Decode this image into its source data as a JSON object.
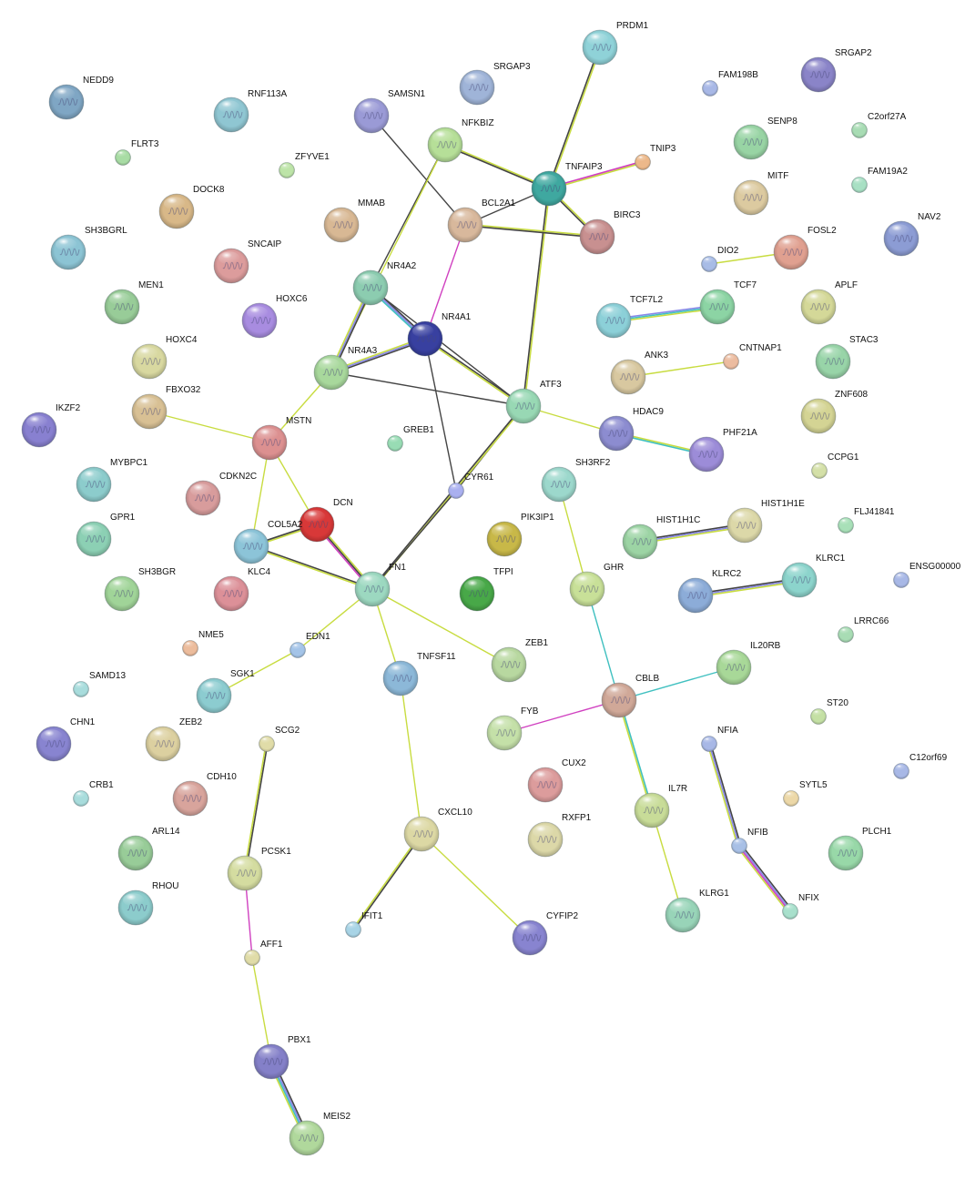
{
  "network": {
    "nodes": [
      {
        "id": "PRDM1",
        "color": "#8fd2d8",
        "size": "large"
      },
      {
        "id": "SRGAP3",
        "color": "#9fb4d8",
        "size": "large"
      },
      {
        "id": "SRGAP2",
        "color": "#8a84c8",
        "size": "large"
      },
      {
        "id": "FAM198B",
        "color": "#a8b8e6",
        "size": "small"
      },
      {
        "id": "NEDD9",
        "color": "#7fa6c4",
        "size": "large"
      },
      {
        "id": "RNF113A",
        "color": "#8fc6d2",
        "size": "large"
      },
      {
        "id": "SAMSN1",
        "color": "#9a9ad6",
        "size": "large"
      },
      {
        "id": "NFKBIZ",
        "color": "#b6df98",
        "size": "large"
      },
      {
        "id": "TNIP3",
        "color": "#ecb88a",
        "size": "small"
      },
      {
        "id": "SENP8",
        "color": "#98d4a4",
        "size": "large"
      },
      {
        "id": "C2orf27A",
        "color": "#a8dcb4",
        "size": "small"
      },
      {
        "id": "FLRT3",
        "color": "#a8dca4",
        "size": "small"
      },
      {
        "id": "ZFYVE1",
        "color": "#bde4a8",
        "size": "small"
      },
      {
        "id": "TNFAIP3",
        "color": "#3fa8a0",
        "size": "large"
      },
      {
        "id": "DOCK8",
        "color": "#d8b888",
        "size": "large"
      },
      {
        "id": "MMAB",
        "color": "#d8b894",
        "size": "large"
      },
      {
        "id": "BCL2A1",
        "color": "#d8b89c",
        "size": "large"
      },
      {
        "id": "MITF",
        "color": "#dccaa0",
        "size": "large"
      },
      {
        "id": "FAM19A2",
        "color": "#a8e0c4",
        "size": "small"
      },
      {
        "id": "BIRC3",
        "color": "#c89090",
        "size": "large"
      },
      {
        "id": "SH3BGRL",
        "color": "#8cc4d4",
        "size": "large"
      },
      {
        "id": "SNCAIP",
        "color": "#dc9c9c",
        "size": "large"
      },
      {
        "id": "NAV2",
        "color": "#8c9cd4",
        "size": "large"
      },
      {
        "id": "FOSL2",
        "color": "#e0a090",
        "size": "large"
      },
      {
        "id": "DIO2",
        "color": "#a8bce6",
        "size": "small"
      },
      {
        "id": "NR4A2",
        "color": "#8cccb0",
        "size": "large"
      },
      {
        "id": "MEN1",
        "color": "#98cc98",
        "size": "large"
      },
      {
        "id": "HOXC6",
        "color": "#a88ce0",
        "size": "large"
      },
      {
        "id": "NR4A1",
        "color": "#3840a0",
        "size": "large"
      },
      {
        "id": "TCF7L2",
        "color": "#8cd0d8",
        "size": "large"
      },
      {
        "id": "TCF7",
        "color": "#8cd4a4",
        "size": "large"
      },
      {
        "id": "APLF",
        "color": "#d4d898",
        "size": "large"
      },
      {
        "id": "HOXC4",
        "color": "#d8d8a0",
        "size": "large"
      },
      {
        "id": "NR4A3",
        "color": "#a8d89c",
        "size": "large"
      },
      {
        "id": "ANK3",
        "color": "#d8c8a0",
        "size": "large"
      },
      {
        "id": "CNTNAP1",
        "color": "#ecbca0",
        "size": "small"
      },
      {
        "id": "STAC3",
        "color": "#98d4a8",
        "size": "large"
      },
      {
        "id": "FBXO32",
        "color": "#d8c094",
        "size": "large"
      },
      {
        "id": "ATF3",
        "color": "#98d8b4",
        "size": "large"
      },
      {
        "id": "ZNF608",
        "color": "#d4d494",
        "size": "large"
      },
      {
        "id": "IKZF2",
        "color": "#8880d0",
        "size": "large"
      },
      {
        "id": "MSTN",
        "color": "#dc9090",
        "size": "large"
      },
      {
        "id": "GREB1",
        "color": "#98dcb4",
        "size": "small"
      },
      {
        "id": "HDAC9",
        "color": "#8c8cd0",
        "size": "large"
      },
      {
        "id": "PHF21A",
        "color": "#9c8cd8",
        "size": "large"
      },
      {
        "id": "CCPG1",
        "color": "#d4e0a8",
        "size": "small"
      },
      {
        "id": "MYBPC1",
        "color": "#8ccccc",
        "size": "large"
      },
      {
        "id": "CDKN2C",
        "color": "#d89c9c",
        "size": "large"
      },
      {
        "id": "CYR61",
        "color": "#aab0f0",
        "size": "small"
      },
      {
        "id": "SH3RF2",
        "color": "#9cd8cc",
        "size": "large"
      },
      {
        "id": "DCN",
        "color": "#d83838",
        "size": "large"
      },
      {
        "id": "HIST1H1E",
        "color": "#dcd8a8",
        "size": "large"
      },
      {
        "id": "FLJ41841",
        "color": "#a8e0b8",
        "size": "small"
      },
      {
        "id": "GPR1",
        "color": "#8cd0b4",
        "size": "large"
      },
      {
        "id": "COL5A2",
        "color": "#8cc4d8",
        "size": "large"
      },
      {
        "id": "PIK3IP1",
        "color": "#c8b848",
        "size": "large"
      },
      {
        "id": "HIST1H1C",
        "color": "#9cd4a4",
        "size": "large"
      },
      {
        "id": "KLRC1",
        "color": "#8cd4cc",
        "size": "large"
      },
      {
        "id": "ENSG00000",
        "color": "#a8b8e6",
        "size": "small"
      },
      {
        "id": "SH3BGR",
        "color": "#a0d498",
        "size": "large"
      },
      {
        "id": "KLC4",
        "color": "#dc9098",
        "size": "large"
      },
      {
        "id": "FN1",
        "color": "#9cd8c0",
        "size": "large"
      },
      {
        "id": "TFPI",
        "color": "#48a848",
        "size": "large"
      },
      {
        "id": "GHR",
        "color": "#c8e098",
        "size": "large"
      },
      {
        "id": "KLRC2",
        "color": "#8cacd8",
        "size": "large"
      },
      {
        "id": "NME5",
        "color": "#ecbc9c",
        "size": "small"
      },
      {
        "id": "EDN1",
        "color": "#a4c4e8",
        "size": "small"
      },
      {
        "id": "LRRC66",
        "color": "#a8dcb4",
        "size": "small"
      },
      {
        "id": "ZEB1",
        "color": "#b8d8a0",
        "size": "large"
      },
      {
        "id": "IL20RB",
        "color": "#a8d898",
        "size": "large"
      },
      {
        "id": "SAMD13",
        "color": "#a8dcdc",
        "size": "small"
      },
      {
        "id": "SGK1",
        "color": "#8cccd0",
        "size": "large"
      },
      {
        "id": "TNFSF11",
        "color": "#8cb8d8",
        "size": "large"
      },
      {
        "id": "CBLB",
        "color": "#d0a898",
        "size": "large"
      },
      {
        "id": "ST20",
        "color": "#c4e0a4",
        "size": "small"
      },
      {
        "id": "CHN1",
        "color": "#8884d0",
        "size": "large"
      },
      {
        "id": "ZEB2",
        "color": "#dcd0a0",
        "size": "large"
      },
      {
        "id": "FYB",
        "color": "#c4e0a8",
        "size": "large"
      },
      {
        "id": "SCG2",
        "color": "#e0dca8",
        "size": "small"
      },
      {
        "id": "NFIA",
        "color": "#a8b8e6",
        "size": "small"
      },
      {
        "id": "C12orf69",
        "color": "#a8b8e6",
        "size": "small"
      },
      {
        "id": "CRB1",
        "color": "#a8dcdc",
        "size": "small"
      },
      {
        "id": "CDH10",
        "color": "#d8a49c",
        "size": "large"
      },
      {
        "id": "CUX2",
        "color": "#dc9c9c",
        "size": "large"
      },
      {
        "id": "IL7R",
        "color": "#c8dc98",
        "size": "large"
      },
      {
        "id": "SYTL5",
        "color": "#ecd8a8",
        "size": "small"
      },
      {
        "id": "ARL14",
        "color": "#98cc98",
        "size": "large"
      },
      {
        "id": "CXCL10",
        "color": "#dcd8a4",
        "size": "large"
      },
      {
        "id": "RXFP1",
        "color": "#dcd8a8",
        "size": "large"
      },
      {
        "id": "PCSK1",
        "color": "#d4dca0",
        "size": "large"
      },
      {
        "id": "NFIB",
        "color": "#a8c0e6",
        "size": "small"
      },
      {
        "id": "PLCH1",
        "color": "#98d8a8",
        "size": "large"
      },
      {
        "id": "RHOU",
        "color": "#8ccccc",
        "size": "large"
      },
      {
        "id": "KLRG1",
        "color": "#98d4b8",
        "size": "large"
      },
      {
        "id": "NFIX",
        "color": "#a8e0cc",
        "size": "small"
      },
      {
        "id": "IFIT1",
        "color": "#a8d4e6",
        "size": "small"
      },
      {
        "id": "CYFIP2",
        "color": "#8884d0",
        "size": "large"
      },
      {
        "id": "AFF1",
        "color": "#e0dca8",
        "size": "small"
      },
      {
        "id": "PBX1",
        "color": "#8480c8",
        "size": "large"
      },
      {
        "id": "MEIS2",
        "color": "#b0d89c",
        "size": "large"
      }
    ],
    "edges": [
      {
        "a": "PRDM1",
        "b": "TNFAIP3",
        "colors": [
          "#c8dc40",
          "#444444"
        ]
      },
      {
        "a": "SAMSN1",
        "b": "BCL2A1",
        "colors": [
          "#444444"
        ]
      },
      {
        "a": "NFKBIZ",
        "b": "TNFAIP3",
        "colors": [
          "#c8dc40",
          "#444444"
        ]
      },
      {
        "a": "NFKBIZ",
        "b": "NR4A2",
        "colors": [
          "#444444"
        ]
      },
      {
        "a": "NFKBIZ",
        "b": "NR4A3",
        "colors": [
          "#c8dc40"
        ]
      },
      {
        "a": "TNIP3",
        "b": "TNFAIP3",
        "colors": [
          "#c8dc40",
          "#d040c0"
        ]
      },
      {
        "a": "TNFAIP3",
        "b": "BCL2A1",
        "colors": [
          "#444444"
        ]
      },
      {
        "a": "TNFAIP3",
        "b": "BIRC3",
        "colors": [
          "#c8dc40",
          "#444444"
        ]
      },
      {
        "a": "TNFAIP3",
        "b": "ATF3",
        "colors": [
          "#c8dc40",
          "#444444"
        ]
      },
      {
        "a": "BCL2A1",
        "b": "BIRC3",
        "colors": [
          "#c8dc40",
          "#444444"
        ]
      },
      {
        "a": "BCL2A1",
        "b": "NR4A1",
        "colors": [
          "#d040c0"
        ]
      },
      {
        "a": "DIO2",
        "b": "FOSL2",
        "colors": [
          "#c8dc40"
        ]
      },
      {
        "a": "NR4A2",
        "b": "NR4A1",
        "colors": [
          "#444444",
          "#8888e8",
          "#40c0c0"
        ]
      },
      {
        "a": "NR4A2",
        "b": "NR4A3",
        "colors": [
          "#444444",
          "#8888e8",
          "#c8dc40"
        ]
      },
      {
        "a": "NR4A2",
        "b": "ATF3",
        "colors": [
          "#444444"
        ]
      },
      {
        "a": "NR4A1",
        "b": "NR4A3",
        "colors": [
          "#444444",
          "#8888e8",
          "#c8dc40"
        ]
      },
      {
        "a": "NR4A1",
        "b": "ATF3",
        "colors": [
          "#444444",
          "#c8dc40"
        ]
      },
      {
        "a": "NR4A1",
        "b": "CYR61",
        "colors": [
          "#444444"
        ]
      },
      {
        "a": "NR4A3",
        "b": "ATF3",
        "colors": [
          "#444444"
        ]
      },
      {
        "a": "NR4A3",
        "b": "MSTN",
        "colors": [
          "#c8dc40"
        ]
      },
      {
        "a": "TCF7L2",
        "b": "TCF7",
        "colors": [
          "#8888e8",
          "#40c0c0",
          "#c8dc40"
        ]
      },
      {
        "a": "ANK3",
        "b": "CNTNAP1",
        "colors": [
          "#c8dc40"
        ]
      },
      {
        "a": "FBXO32",
        "b": "MSTN",
        "colors": [
          "#c8dc40"
        ]
      },
      {
        "a": "ATF3",
        "b": "HDAC9",
        "colors": [
          "#c8dc40"
        ]
      },
      {
        "a": "ATF3",
        "b": "CYR61",
        "colors": [
          "#444444"
        ]
      },
      {
        "a": "ATF3",
        "b": "FN1",
        "colors": [
          "#c8dc40",
          "#444444"
        ]
      },
      {
        "a": "HDAC9",
        "b": "PHF21A",
        "colors": [
          "#c8dc40",
          "#40c0c0"
        ]
      },
      {
        "a": "MSTN",
        "b": "DCN",
        "colors": [
          "#c8dc40"
        ]
      },
      {
        "a": "MSTN",
        "b": "COL5A2",
        "colors": [
          "#c8dc40"
        ]
      },
      {
        "a": "CYR61",
        "b": "FN1",
        "colors": [
          "#444444"
        ]
      },
      {
        "a": "SH3RF2",
        "b": "GHR",
        "colors": [
          "#c8dc40"
        ]
      },
      {
        "a": "DCN",
        "b": "COL5A2",
        "colors": [
          "#c8dc40",
          "#444444"
        ]
      },
      {
        "a": "DCN",
        "b": "FN1",
        "colors": [
          "#c8dc40",
          "#444444",
          "#d040c0"
        ]
      },
      {
        "a": "HIST1H1C",
        "b": "HIST1H1E",
        "colors": [
          "#444444",
          "#8888e8",
          "#c8dc40"
        ]
      },
      {
        "a": "COL5A2",
        "b": "FN1",
        "colors": [
          "#444444",
          "#c8dc40"
        ]
      },
      {
        "a": "KLRC2",
        "b": "KLRC1",
        "colors": [
          "#444444",
          "#8888e8",
          "#c8dc40"
        ]
      },
      {
        "a": "FN1",
        "b": "EDN1",
        "colors": [
          "#c8dc40"
        ]
      },
      {
        "a": "FN1",
        "b": "ZEB1",
        "colors": [
          "#c8dc40"
        ]
      },
      {
        "a": "FN1",
        "b": "TNFSF11",
        "colors": [
          "#c8dc40"
        ]
      },
      {
        "a": "GHR",
        "b": "CBLB",
        "colors": [
          "#40c0c0"
        ]
      },
      {
        "a": "EDN1",
        "b": "SGK1",
        "colors": [
          "#c8dc40"
        ]
      },
      {
        "a": "IL20RB",
        "b": "CBLB",
        "colors": [
          "#40c0c0"
        ]
      },
      {
        "a": "TNFSF11",
        "b": "CXCL10",
        "colors": [
          "#c8dc40"
        ]
      },
      {
        "a": "CBLB",
        "b": "FYB",
        "colors": [
          "#d040c0"
        ]
      },
      {
        "a": "CBLB",
        "b": "IL7R",
        "colors": [
          "#40c0c0",
          "#c8dc40"
        ]
      },
      {
        "a": "SCG2",
        "b": "PCSK1",
        "colors": [
          "#444444",
          "#c8dc40"
        ]
      },
      {
        "a": "NFIA",
        "b": "NFIB",
        "colors": [
          "#444444",
          "#8888e8",
          "#c8dc40"
        ]
      },
      {
        "a": "IL7R",
        "b": "KLRG1",
        "colors": [
          "#c8dc40"
        ]
      },
      {
        "a": "CXCL10",
        "b": "IFIT1",
        "colors": [
          "#444444",
          "#c8dc40"
        ]
      },
      {
        "a": "CXCL10",
        "b": "CYFIP2",
        "colors": [
          "#c8dc40"
        ]
      },
      {
        "a": "PCSK1",
        "b": "AFF1",
        "colors": [
          "#d040c0"
        ]
      },
      {
        "a": "NFIB",
        "b": "NFIX",
        "colors": [
          "#444444",
          "#8888e8",
          "#d040c0",
          "#c8dc40"
        ]
      },
      {
        "a": "AFF1",
        "b": "PBX1",
        "colors": [
          "#c8dc40"
        ]
      },
      {
        "a": "PBX1",
        "b": "MEIS2",
        "colors": [
          "#444444",
          "#8888e8",
          "#40c0c0",
          "#c8dc40"
        ]
      }
    ]
  }
}
